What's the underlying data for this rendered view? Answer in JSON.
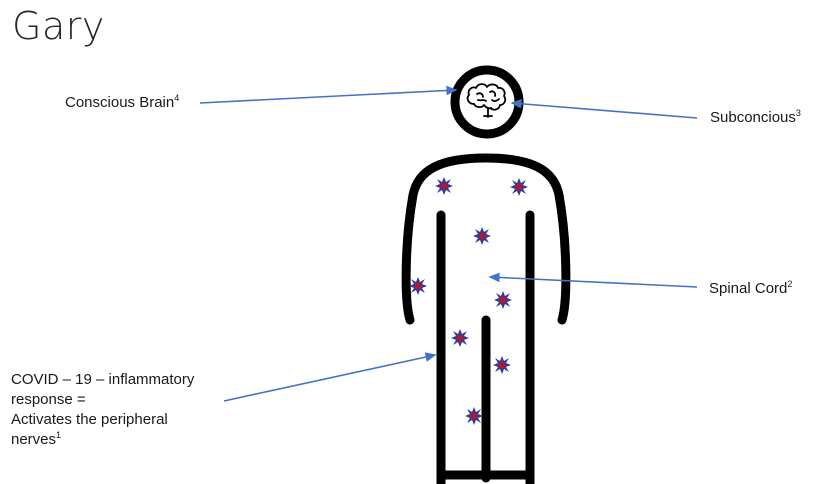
{
  "title": "Gary",
  "labels": {
    "conscious_brain": {
      "text": "Conscious Brain",
      "sup": "4"
    },
    "subconscious": {
      "text": "Subconcious",
      "sup": "3"
    },
    "spinal_cord": {
      "text": "Spinal Cord",
      "sup": "2"
    },
    "covid": {
      "line1": "COVID – 19 – inflammatory",
      "line2": "response =",
      "line3": "Activates the peripheral",
      "line4": "nerves",
      "sup": "1"
    }
  },
  "colors": {
    "arrow": "#4472c4",
    "body_stroke": "#000000",
    "spark_outer": "#2e3a9e",
    "spark_inner": "#b2182b"
  },
  "icons": [
    "brain-icon",
    "inflammation-spark-icon"
  ]
}
